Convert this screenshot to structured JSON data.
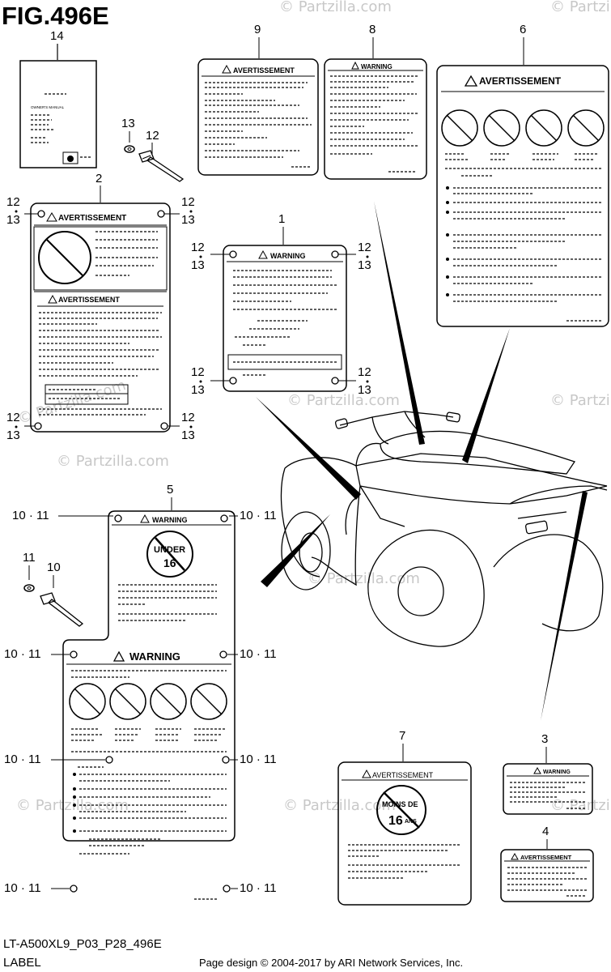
{
  "figure": {
    "title": "FIG.496E",
    "code": "LT-A500XL9_P03_P28_496E",
    "subtitle": "LABEL",
    "credit": "Page design © 2004-2017 by ARI Network Services, Inc."
  },
  "watermark": "© Partzilla.com",
  "callouts": {
    "c1": "1",
    "c2": "2",
    "c3": "3",
    "c4": "4",
    "c5": "5",
    "c6": "6",
    "c7": "7",
    "c8": "8",
    "c9": "9",
    "c10": "10",
    "c11": "11",
    "c12": "12",
    "c13": "13",
    "c14": "14",
    "c10_11": "10 · 11"
  },
  "labels": {
    "warning": "WARNING",
    "avertissement": "AVERTISSEMENT",
    "under16": [
      "UNDER",
      "16"
    ],
    "moins16": [
      "MOINS DE",
      "16",
      "ANS"
    ],
    "owners_manual": "OWNER'S MANUAL"
  }
}
